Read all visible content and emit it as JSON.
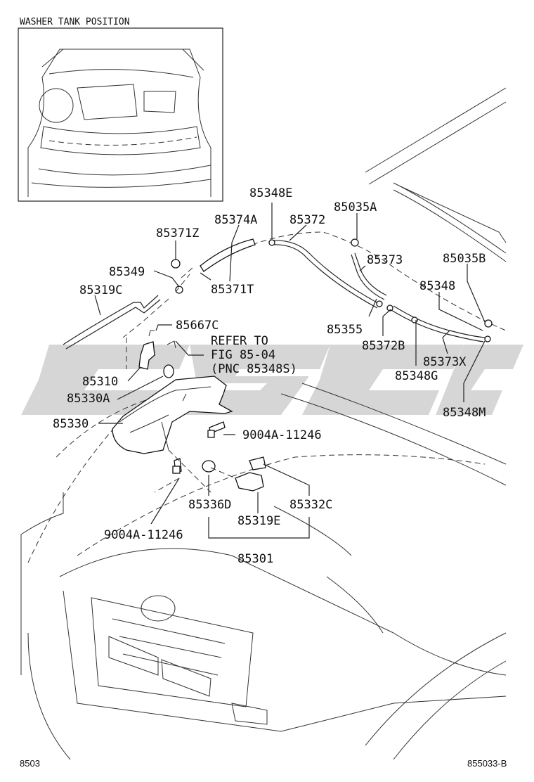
{
  "inset_title": "WASHER TANK POSITION",
  "labels": {
    "p85348E": "85348E",
    "p85374A": "85374A",
    "p85372": "85372",
    "p85035A": "85035A",
    "p85371Z": "85371Z",
    "p85373": "85373",
    "p85035B": "85035B",
    "p85349": "85349",
    "p85371T": "85371T",
    "p85348": "85348",
    "p85319C": "85319C",
    "p85667C": "85667C",
    "p85355": "85355",
    "refer1": "REFER TO",
    "refer2": "FIG 85-04",
    "refer3": "(PNC 85348S)",
    "p85372B": "85372B",
    "p85373X": "85373X",
    "p85310": "85310",
    "p85348G": "85348G",
    "p85330A": "85330A",
    "p85348M": "85348M",
    "p85330": "85330",
    "bolt1": "9004A-11246",
    "p85336D": "85336D",
    "p85332C": "85332C",
    "p85319E": "85319E",
    "bolt2": "9004A-11246",
    "p85301": "85301"
  },
  "footer": {
    "left": "8503",
    "right": "855033-B"
  }
}
